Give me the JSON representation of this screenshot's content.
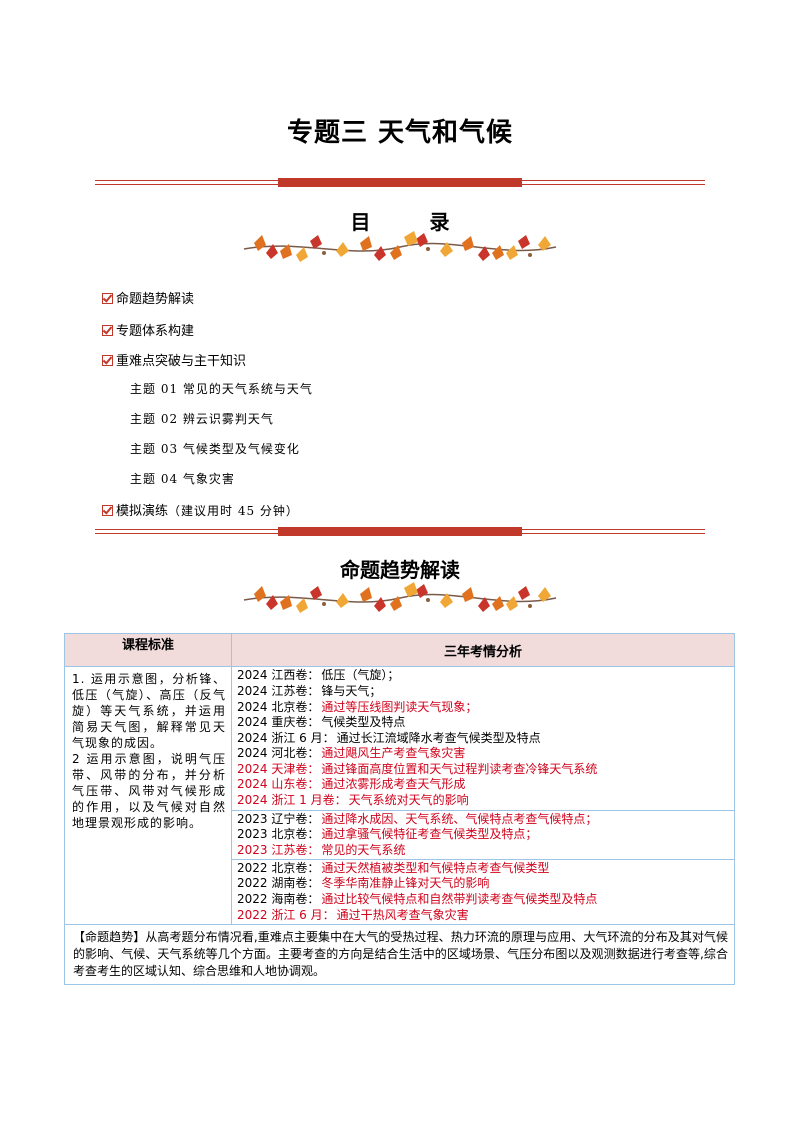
{
  "title": "专题三  天气和气候",
  "toc": {
    "heading": "目    录",
    "items": [
      {
        "label": "命题趋势解读"
      },
      {
        "label": "专题体系构建"
      },
      {
        "label": "重难点突破与主干知识"
      }
    ],
    "subitems": [
      "主题 01 常见的天气系统与天气",
      "主题 02 辨云识雾判天气",
      "主题 03 气候类型及气候变化",
      "主题 04 气象灾害"
    ],
    "last_item": {
      "label": "模拟演练",
      "note": "（建议用时 45 分钟）"
    }
  },
  "section_heading": "命题趋势解读",
  "table": {
    "headers": [
      "课程标准",
      "三年考情分析"
    ],
    "standard_text": "1. 运用示意图，分析锋、低压（气旋）、高压（反气旋）等天气系统，并运用简易天气图，解释常见天气现象的成因。\n2 运用示意图，说明气压带、风带的分布，并分析气压带、风带对气候形成的作用，以及气候对自然地理景观形成的影响。",
    "groups": [
      {
        "rows": [
          {
            "year_src": "2024 江西卷：",
            "text": "低压（气旋）；",
            "red_src": false,
            "red_text": false
          },
          {
            "year_src": "2024 江苏卷：",
            "text": "锋与天气；",
            "red_src": false,
            "red_text": false
          },
          {
            "year_src": "2024 北京卷：",
            "text": "通过等压线图判读天气现象；",
            "red_src": false,
            "red_text": true
          },
          {
            "year_src": "2024 重庆卷：",
            "text": "气候类型及特点",
            "red_src": false,
            "red_text": false
          },
          {
            "year_src": "2024 浙江 6 月：",
            "text": "通过长江流域降水考查气候类型及特点",
            "red_src": false,
            "red_text": false
          },
          {
            "year_src": "2024 河北卷：",
            "text": "通过飓风生产考查气象灾害",
            "red_src": false,
            "red_text": true
          },
          {
            "year_src": "2024 天津卷：",
            "text": "通过锋面高度位置和天气过程判读考查冷锋天气系统",
            "red_src": true,
            "red_text": true
          },
          {
            "year_src": "2024 山东卷：",
            "text": "通过浓雾形成考查天气形成",
            "red_src": true,
            "red_text": true
          },
          {
            "year_src": "2024 浙江 1 月卷：",
            "text": "天气系统对天气的影响",
            "red_src": true,
            "red_text": true
          }
        ]
      },
      {
        "rows": [
          {
            "year_src": "2023 辽宁卷：",
            "text": "通过降水成因、天气系统、气候特点考查气候特点；",
            "red_src": false,
            "red_text": true
          },
          {
            "year_src": "2023 北京卷：",
            "text": "通过拿骚气候特征考查气候类型及特点；",
            "red_src": false,
            "red_text": true
          },
          {
            "year_src": "2023 江苏卷：",
            "text": "常见的天气系统",
            "red_src": true,
            "red_text": true
          }
        ]
      },
      {
        "rows": [
          {
            "year_src": "2022 北京卷：",
            "text": "通过天然植被类型和气候特点考查气候类型",
            "red_src": false,
            "red_text": true
          },
          {
            "year_src": "2022 湖南卷：",
            "text": "冬季华南准静止锋对天气的影响",
            "red_src": false,
            "red_text": true
          },
          {
            "year_src": "2022 海南卷：",
            "text": "通过比较气候特点和自然带判读考查气候类型及特点",
            "red_src": false,
            "red_text": true
          },
          {
            "year_src": "2022 浙江 6 月：",
            "text": "通过干热风考查气象灾害",
            "red_src": true,
            "red_text": true
          }
        ]
      }
    ],
    "trend_text": "【命题趋势】从高考题分布情况看,重难点主要集中在大气的受热过程、热力环流的原理与应用、大气环流的分布及其对气候的影响、气候、天气系统等几个方面。主要考查的方向是结合生活中的区域场景、气压分布图以及观测数据进行考查等,综合考查考生的区域认知、综合思维和人地协调观。"
  },
  "colors": {
    "accent_red": "#c0392b",
    "text_red": "#d0021b",
    "header_bg": "#f1dbdb",
    "table_border": "#9ec5e6"
  },
  "icons": [
    "checkbox-icon",
    "leaf-garland-icon"
  ]
}
